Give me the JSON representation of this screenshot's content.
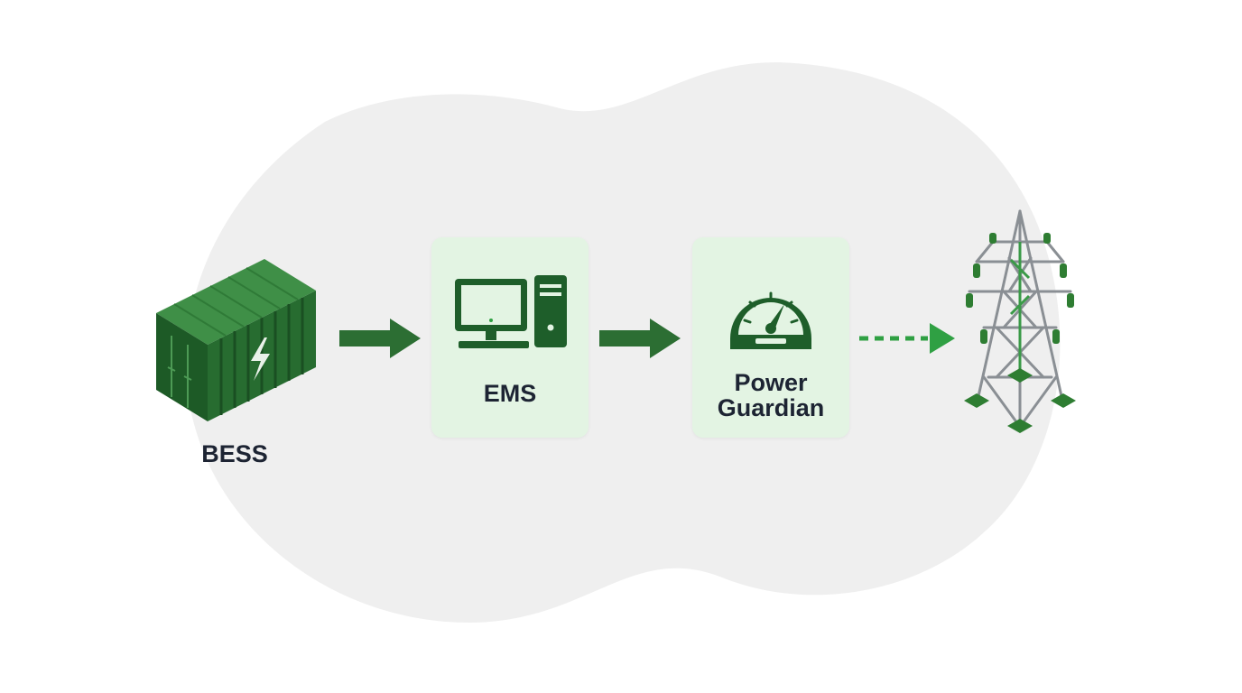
{
  "nodes": {
    "bess": {
      "label": "BESS",
      "icon": "battery-container-icon"
    },
    "ems": {
      "label": "EMS",
      "icon": "computer-icon"
    },
    "power_guardian": {
      "label": "Power\nGuardian",
      "label_line1": "Power",
      "label_line2": "Guardian",
      "icon": "gauge-icon"
    },
    "grid": {
      "icon": "transmission-tower-icon"
    }
  },
  "connections": [
    {
      "from": "bess",
      "to": "ems",
      "style": "solid"
    },
    {
      "from": "ems",
      "to": "power_guardian",
      "style": "solid"
    },
    {
      "from": "power_guardian",
      "to": "grid",
      "style": "dashed"
    }
  ],
  "colors": {
    "dark_green": "#1e5e2a",
    "mid_green": "#2e7d32",
    "bright_green": "#2fa043",
    "box_fill": "#e3f4e3",
    "background_blob": "#efefef",
    "tower_gray": "#8a8f94",
    "text": "#1d2433"
  }
}
